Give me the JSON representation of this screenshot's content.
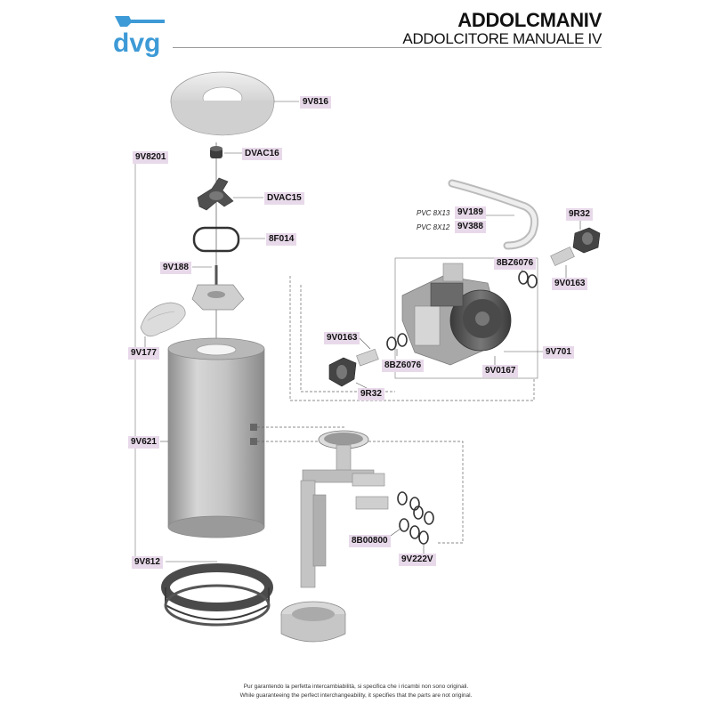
{
  "brand": {
    "logo_text": "dvg"
  },
  "header": {
    "code": "ADDOLCMANIV",
    "name": "ADDOLCITORE MANUALE IV"
  },
  "parts": {
    "p9V816": "9V816",
    "p9V8201": "9V8201",
    "pDVAC16": "DVAC16",
    "pDVAC15": "DVAC15",
    "p8F014": "8F014",
    "p9V188": "9V188",
    "p9V177": "9V177",
    "p9V621": "9V621",
    "p9V812": "9V812",
    "p9V189": "9V189",
    "p9V388": "9V388",
    "p9R32_top": "9R32",
    "p8BZ6076_top": "8BZ6076",
    "p9V0163_right": "9V0163",
    "p9V0163_left": "9V0163",
    "p8BZ6076_left": "8BZ6076",
    "p9V0167": "9V0167",
    "p9V701": "9V701",
    "p9R32_bottom": "9R32",
    "p8B00800": "8B00800",
    "p9V222V": "9V222V"
  },
  "pvc": {
    "pvc_8x13": "PVC 8X13",
    "pvc_8x12": "PVC 8X12"
  },
  "footer": {
    "line_it": "Pur garantendo la perfetta intercambiabilità, si specifica che i ricambi non sono originali.",
    "line_en": "While guaranteeing the perfect interchangeability, it specifies that the parts are not original."
  },
  "colors": {
    "label_bg": "#e8d9ea",
    "brand_blue": "#3d9ad6",
    "part_grey": "#c9c9c9",
    "dark_grey": "#444444"
  }
}
